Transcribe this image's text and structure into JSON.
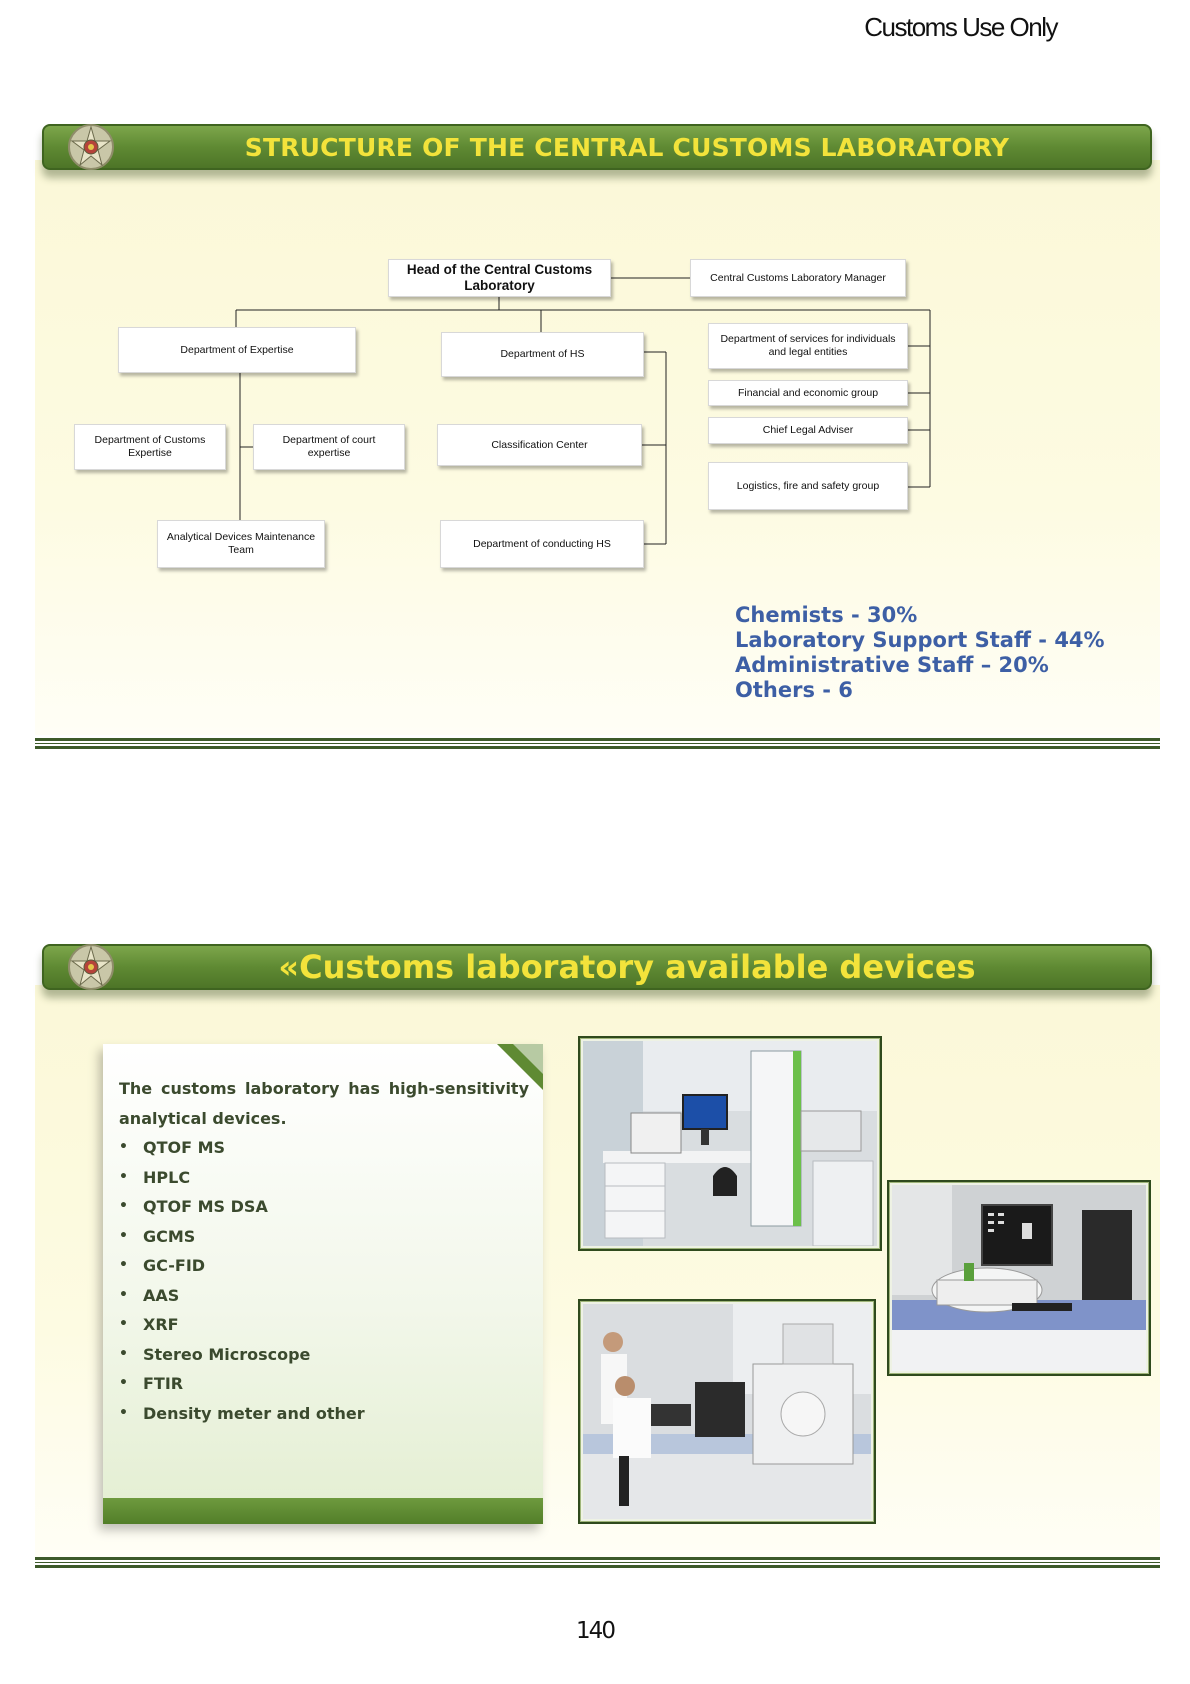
{
  "header_note": "Customs Use Only",
  "slide1": {
    "title": "STRUCTURE OF THE CENTRAL CUSTOMS LABORATORY",
    "org": {
      "head": "Head of the Central Customs Laboratory",
      "manager": "Central Customs Laboratory Manager",
      "dept_expertise": "Department of Expertise",
      "dept_customs_expertise": "Department of Customs Expertise",
      "dept_court_expertise": "Department of court expertise",
      "analytical_team": "Analytical Devices Maintenance Team",
      "dept_hs": "Department of HS",
      "classification_center": "Classification Center",
      "dept_conducting_hs": "Department of conducting HS",
      "dept_services": "Department of services for individuals and legal entities",
      "financial_group": "Financial and economic group",
      "legal_adviser": "Chief Legal Adviser",
      "logistics_group": "Logistics, fire and safety group"
    },
    "stats": [
      "Chemists - 30%",
      "Laboratory Support Staff - 44%",
      "Administrative Staff – 20%",
      "Others - 6"
    ]
  },
  "slide2": {
    "title": "«Customs laboratory available devices",
    "intro": "The customs laboratory has high-sensitivity analytical devices.",
    "devices": [
      "QTOF MS",
      "HPLC",
      "QTOF MS DSA",
      "GCMS",
      "GC-FID",
      "AAS",
      "XRF",
      "Stereo Microscope",
      "FTIR",
      "Density meter and other"
    ]
  },
  "colors": {
    "banner_green": "#5f8a33",
    "banner_text_yellow": "#f3e33b",
    "stats_blue": "#3d5fa5",
    "slide_background": "#fbf8d8",
    "panel_text": "#3b4a2e"
  },
  "page_number": "140"
}
